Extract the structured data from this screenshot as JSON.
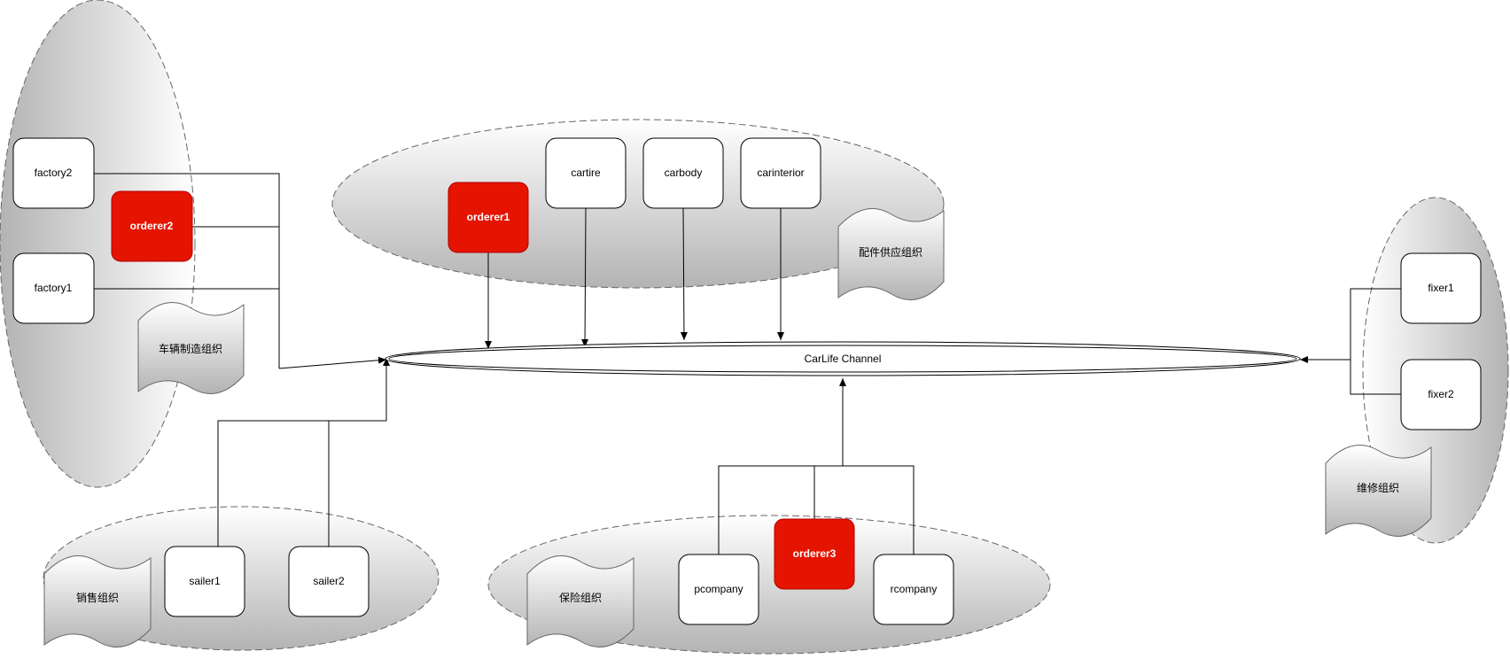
{
  "channel": {
    "label": "CarLife Channel"
  },
  "orgs": {
    "manufacturing": {
      "label": "车辆制造组织"
    },
    "parts": {
      "label": "配件供应组织"
    },
    "repair": {
      "label": "维修组织"
    },
    "sales": {
      "label": "销售组织"
    },
    "insurance": {
      "label": "保险组织"
    }
  },
  "nodes": {
    "factory2": "factory2",
    "factory1": "factory1",
    "orderer2": "orderer2",
    "orderer1": "orderer1",
    "cartire": "cartire",
    "carbody": "carbody",
    "carinterior": "carinterior",
    "fixer1": "fixer1",
    "fixer2": "fixer2",
    "sailer1": "sailer1",
    "sailer2": "sailer2",
    "pcompany": "pcompany",
    "orderer3": "orderer3",
    "rcompany": "rcompany"
  },
  "colors": {
    "orderer_fill": "#e51400",
    "orderer_stroke": "#b20000",
    "node_fill": "#ffffff",
    "node_stroke": "#000000",
    "group_fill_light": "#ffffff",
    "group_fill_dark": "#b3b3b3",
    "group_stroke": "#666666",
    "edge": "#000000"
  }
}
